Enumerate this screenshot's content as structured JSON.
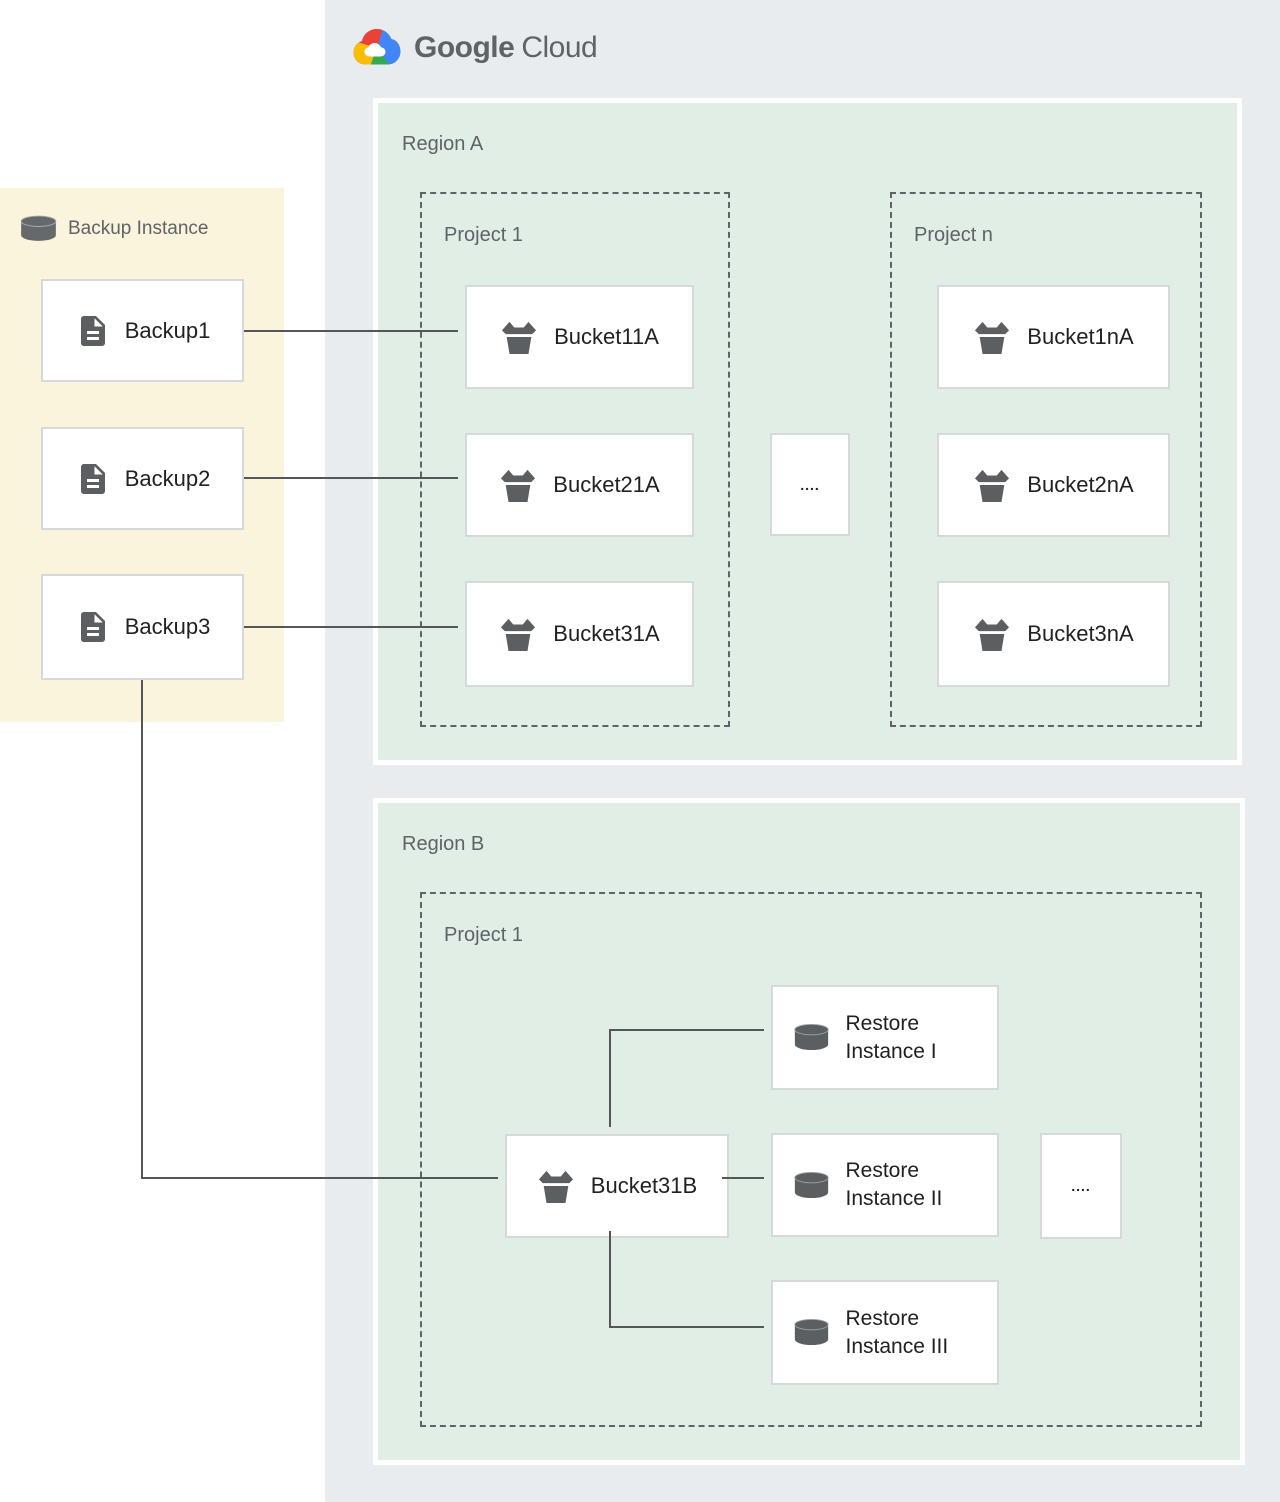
{
  "logo": {
    "google": "Google",
    "cloud": "Cloud"
  },
  "backup_panel": {
    "title": "Backup Instance",
    "items": [
      {
        "label": "Backup1"
      },
      {
        "label": "Backup2"
      },
      {
        "label": "Backup3"
      }
    ]
  },
  "region_a": {
    "label": "Region A",
    "project_1": {
      "label": "Project 1",
      "buckets": [
        {
          "label": "Bucket11A"
        },
        {
          "label": "Bucket21A"
        },
        {
          "label": "Bucket31A"
        }
      ]
    },
    "dots": "....",
    "project_n": {
      "label": "Project n",
      "buckets": [
        {
          "label": "Bucket1nA"
        },
        {
          "label": "Bucket2nA"
        },
        {
          "label": "Bucket3nA"
        }
      ]
    }
  },
  "region_b": {
    "label": "Region B",
    "project_1": {
      "label": "Project 1",
      "bucket": {
        "label": "Bucket31B"
      },
      "restore_instances": [
        {
          "label": "Restore Instance I"
        },
        {
          "label": "Restore Instance II"
        },
        {
          "label": "Restore Instance III"
        }
      ],
      "dots": "...."
    }
  },
  "colors": {
    "canvas_fill": "#e9ecef",
    "region_fill": "#e0eee6",
    "backup_panel_fill": "#fbf4dc",
    "connector": "#54575a",
    "icon_gray": "#5c5f62",
    "google_blue": "#4285f4",
    "google_red": "#ea4335",
    "google_yellow": "#fbbc04",
    "google_green": "#34a853"
  }
}
